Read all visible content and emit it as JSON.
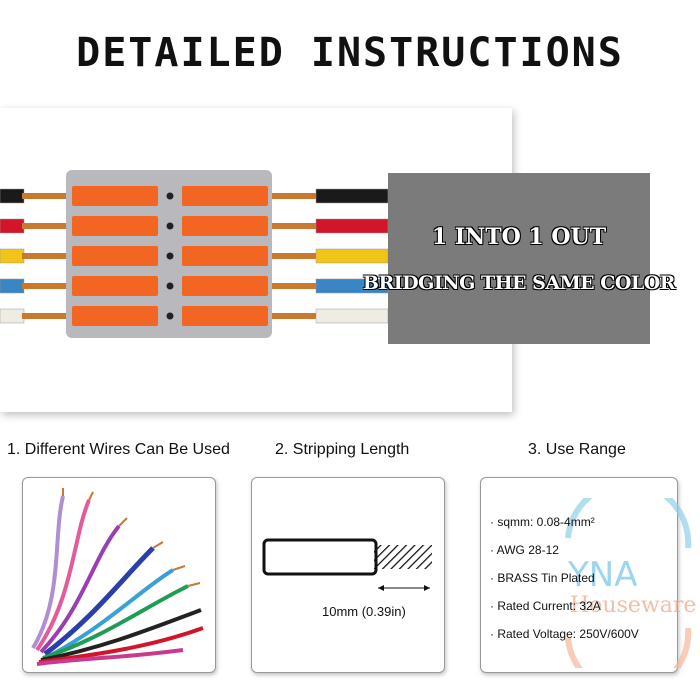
{
  "title": "DETAILED INSTRUCTIONS",
  "banner": {
    "line1": "1 INTO  1 OUT",
    "line2": "BRIDGING THE SAME COLOR"
  },
  "wire_colors": [
    "#1a1a1a",
    "#d3152a",
    "#f0c419",
    "#3a86c4",
    "#efece4"
  ],
  "colors": {
    "lever": "#f26522",
    "housing": "#b9b9bd",
    "banner_bg": "#7b7b7b"
  },
  "sections": [
    {
      "caption": "1. Different Wires Can Be Used"
    },
    {
      "caption": "2. Stripping Length",
      "measure": "10mm  (0.39in)"
    },
    {
      "caption": "3. Use Range",
      "specs": [
        "sqmm: 0.08-4mm²",
        "AWG 28-12",
        "BRASS Tin Plated",
        "Rated Current: 32A",
        "Rated Voltage: 250V/600V"
      ]
    }
  ],
  "watermark": {
    "line1": "YNA",
    "line2": "Houseware"
  }
}
